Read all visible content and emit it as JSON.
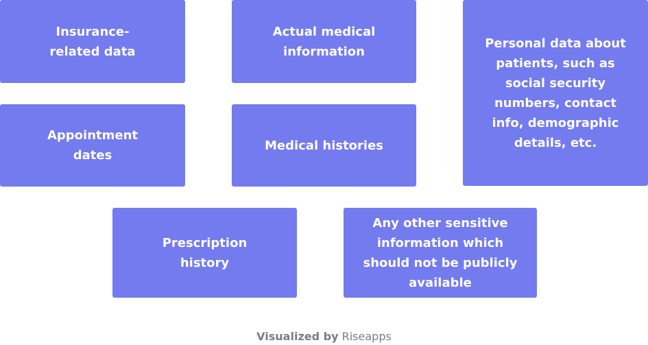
{
  "cards": [
    {
      "label": "Insurance-related data"
    },
    {
      "label": "Actual medical information"
    },
    {
      "label": "Personal data about patients, such as social security numbers, contact info, demographic details, etc."
    },
    {
      "label": "Appointment dates"
    },
    {
      "label": "Medical histories"
    },
    {
      "label": "Prescription history"
    },
    {
      "label": "Any other sensitive information which should not be publicly available"
    }
  ],
  "footer": {
    "prefix": "Visualized by",
    "brand": "Riseapps"
  },
  "colors": {
    "card_background": "#737bee",
    "card_text": "#ffffff",
    "footer_text": "#7a7d85"
  }
}
